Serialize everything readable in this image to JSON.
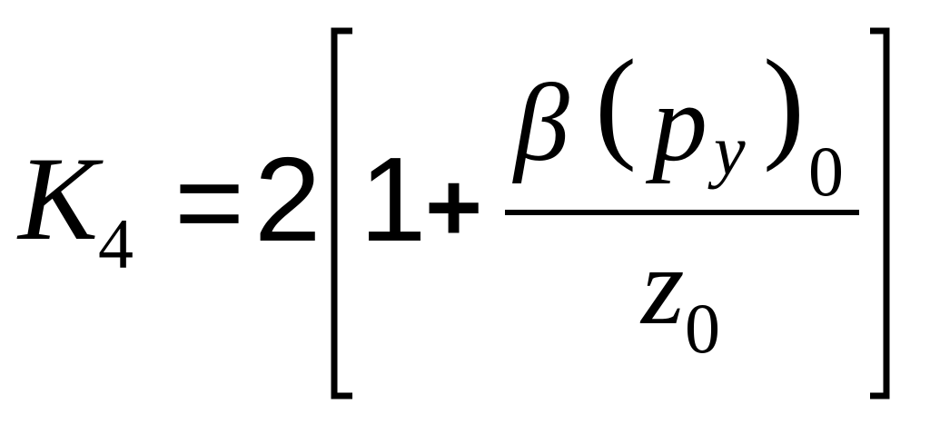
{
  "formula": {
    "lhs_symbol": "K",
    "lhs_subscript": "4",
    "equals": "=",
    "coefficient": "2",
    "one": "1",
    "plus": "+",
    "numerator_symbol": "β",
    "open_paren": "(",
    "numerator_variable": "p",
    "numerator_variable_subscript": "y",
    "close_paren": ")",
    "paren_subscript": "0",
    "denominator_symbol": "z",
    "denominator_subscript": "0"
  },
  "colors": {
    "ink": "#000000",
    "background": "#ffffff"
  }
}
